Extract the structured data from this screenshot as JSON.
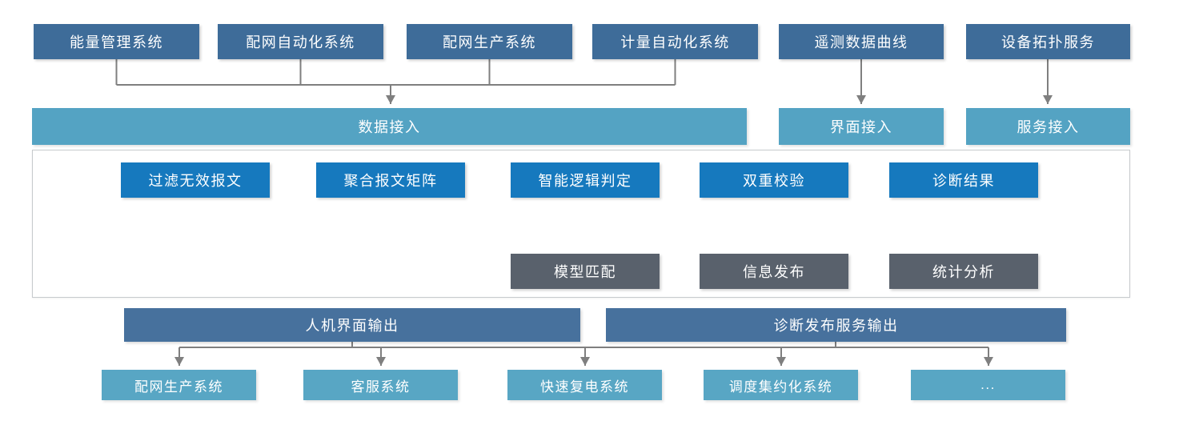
{
  "colors": {
    "source_box": "#3E6C99",
    "access_box": "#54A3C3",
    "process_box": "#1679BE",
    "result_box": "#59616C",
    "output_box": "#47719D",
    "consumer_box": "#58A6C4",
    "connector": "#7F7F7F"
  },
  "source_row": [
    {
      "label": "能量管理系统"
    },
    {
      "label": "配网自动化系统"
    },
    {
      "label": "配网生产系统"
    },
    {
      "label": "计量自动化系统"
    },
    {
      "label": "遥测数据曲线"
    },
    {
      "label": "设备拓扑服务"
    }
  ],
  "access_row": [
    {
      "label": "数据接入"
    },
    {
      "label": "界面接入"
    },
    {
      "label": "服务接入"
    }
  ],
  "pipeline_row": [
    {
      "label": "过滤无效报文"
    },
    {
      "label": "聚合报文矩阵"
    },
    {
      "label": "智能逻辑判定"
    },
    {
      "label": "双重校验"
    },
    {
      "label": "诊断结果"
    }
  ],
  "result_row": [
    {
      "label": "模型匹配"
    },
    {
      "label": "信息发布"
    },
    {
      "label": "统计分析"
    }
  ],
  "output_row": [
    {
      "label": "人机界面输出"
    },
    {
      "label": "诊断发布服务输出"
    }
  ],
  "consumer_row": [
    {
      "label": "配网生产系统"
    },
    {
      "label": "客服系统"
    },
    {
      "label": "快速复电系统"
    },
    {
      "label": "调度集约化系统"
    },
    {
      "label": "..."
    }
  ]
}
